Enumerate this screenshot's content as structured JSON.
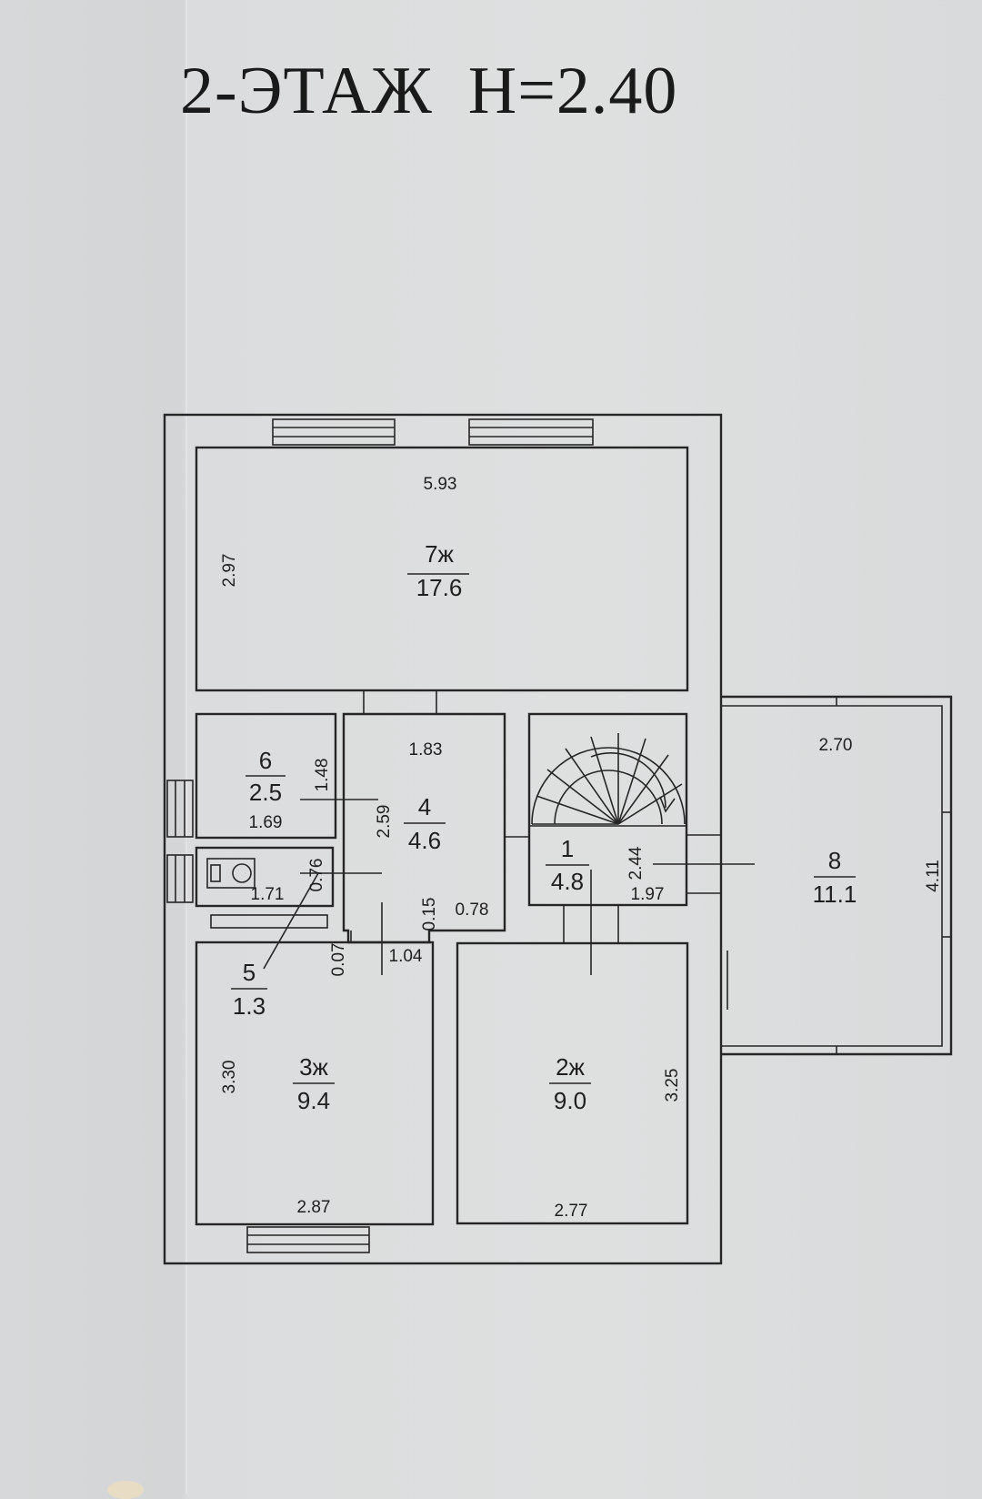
{
  "title": "2-ЭТАЖ  H=2.40",
  "rooms": [
    {
      "number": "7ж",
      "area": "17.6"
    },
    {
      "number": "6",
      "area": "2.5"
    },
    {
      "number": "4",
      "area": "4.6"
    },
    {
      "number": "5",
      "area": "1.3"
    },
    {
      "number": "1",
      "area": "4.8"
    },
    {
      "number": "8",
      "area": "11.1"
    },
    {
      "number": "3ж",
      "area": "9.4"
    },
    {
      "number": "2ж",
      "area": "9.0"
    }
  ],
  "dimensions": {
    "r7_width": "5.93",
    "r7_height": "2.97",
    "r6_height": "1.48",
    "r6_width": "1.69",
    "r4_width": "1.83",
    "r4_height": "2.59",
    "r5_height": "0.76",
    "r5_width": "1.71",
    "r4_d1": "0.15",
    "r4_d2": "0.78",
    "r4_d3": "1.04",
    "r3_d0": "0.07",
    "r1_height": "2.44",
    "r1_width": "1.97",
    "r8_width": "2.70",
    "r8_height": "4.11",
    "r3_height": "3.30",
    "r3_width": "2.87",
    "r2_height": "3.25",
    "r2_width": "2.77"
  }
}
